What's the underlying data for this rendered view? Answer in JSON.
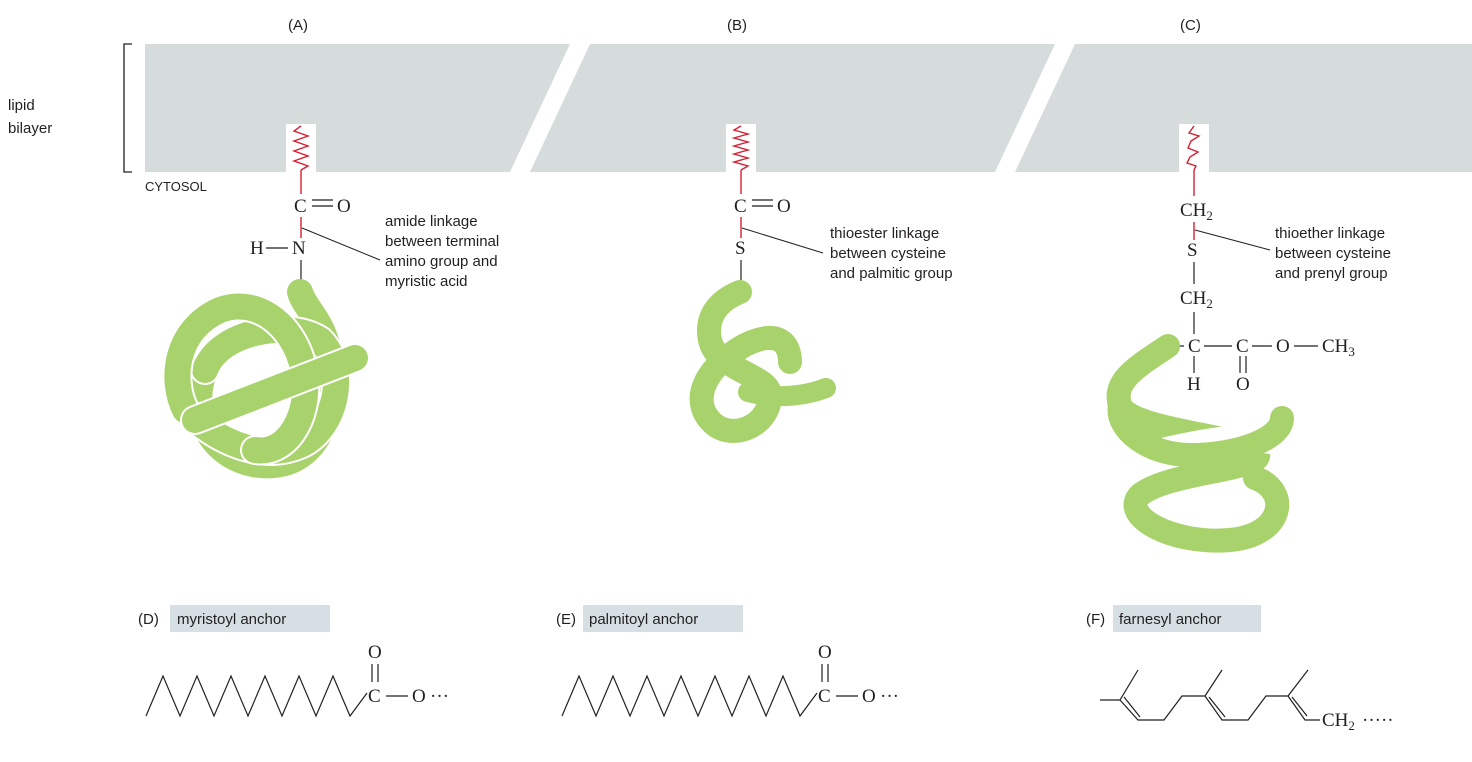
{
  "panels": {
    "a": {
      "label": "(A)",
      "chem": {
        "c": "C",
        "o": "O",
        "h": "H",
        "n": "N"
      },
      "annotation": [
        "amide linkage",
        "between terminal",
        "amino group and",
        "myristic acid"
      ]
    },
    "b": {
      "label": "(B)",
      "chem": {
        "c": "C",
        "o": "O",
        "s": "S"
      },
      "annotation": [
        "thioester linkage",
        "between cysteine",
        "and palmitic group"
      ]
    },
    "c": {
      "label": "(C)",
      "chem": {
        "ch": "CH",
        "sub2": "2",
        "s": "S",
        "ch2b": "CH",
        "sub2b": "2",
        "c1": "C",
        "c2": "C",
        "o1": "O",
        "ch3": "CH",
        "sub3": "3",
        "h": "H",
        "o2": "O"
      },
      "annotation": [
        "thioether linkage",
        "between cysteine",
        "and prenyl group"
      ]
    }
  },
  "membrane": {
    "label_line1": "lipid",
    "label_line2": "bilayer",
    "cytosol_label": "CYTOSOL"
  },
  "anchors": {
    "d": {
      "prefix": "(D)",
      "name": "myristoyl anchor",
      "o_top": "O",
      "c": "C",
      "o_right": "O",
      "dots": "···"
    },
    "e": {
      "prefix": "(E)",
      "name": "palmitoyl anchor",
      "o_top": "O",
      "c": "C",
      "o_right": "O",
      "dots": "···"
    },
    "f": {
      "prefix": "(F)",
      "name": "farnesyl anchor",
      "ch": "CH",
      "sub2": "2",
      "dots": "·····"
    }
  },
  "colors": {
    "membrane": "#d5dcdb",
    "protein": "#a8d26b",
    "lipid_chain": "#d62032",
    "label_bg": "#d5dfe4",
    "text": "#231f20"
  }
}
